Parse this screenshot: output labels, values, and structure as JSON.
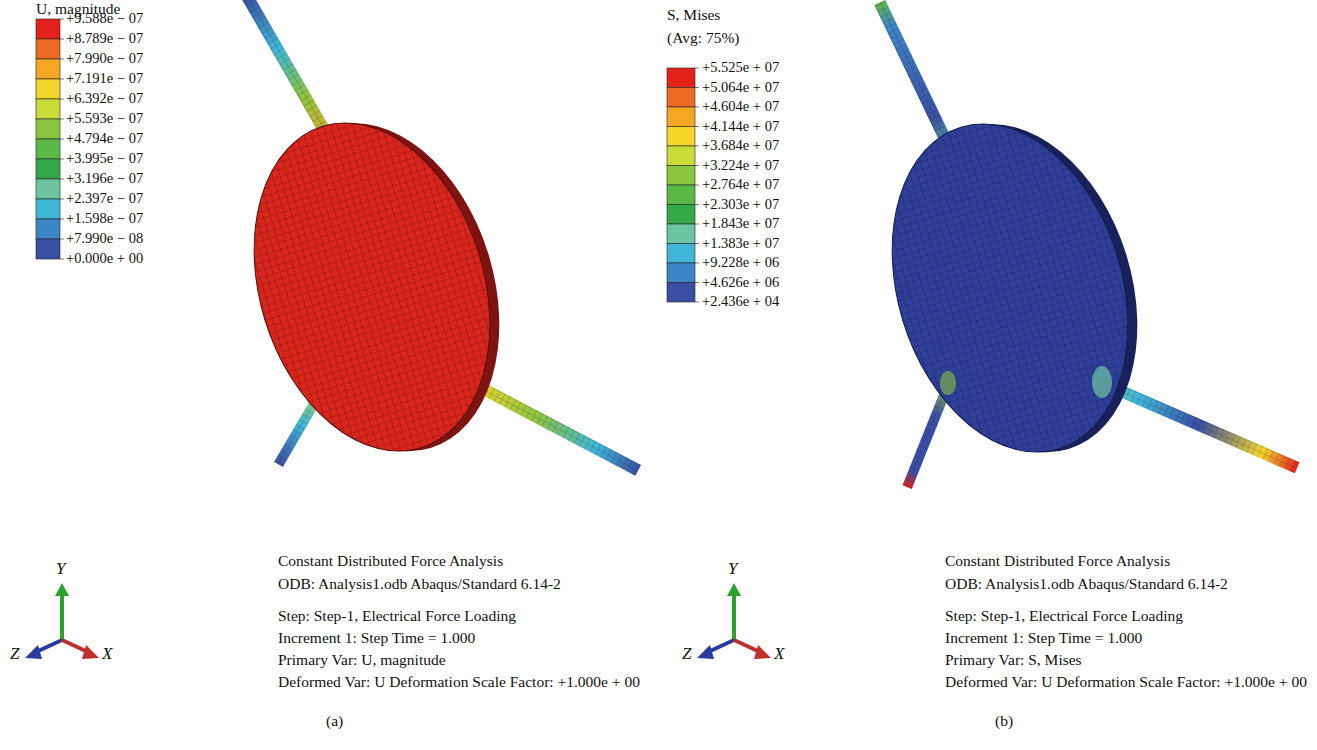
{
  "diagram": {
    "labels": [
      "U, magnitude",
      "+9.588e − 07",
      "+8.789e − 07",
      "+7.990e − 07",
      "+7.191e − 07",
      "+6.392e − 07",
      "+5.593e − 07",
      "+4.794e − 07",
      "+3.995e − 07",
      "+3.196e − 07",
      "+2.397e − 07",
      "+1.598e − 07",
      "+7.990e − 08",
      "+0.000e + 00",
      "Y",
      "Z",
      "X",
      "Constant Distributed Force Analysis",
      "ODB: Analysis1.odb Abaqus/Standard 6.14-2",
      "Step: Step-1, Electrical Force Loading",
      "Increment 1: Step Time = 1.000",
      "Primary Var: U, magnitude",
      "Deformed Var: U Deformation Scale Factor: +1.000e + 00",
      "(a)",
      "S, Mises",
      "(Avg: 75%)",
      "+5.525e + 07",
      "+5.064e + 07",
      "+4.604e + 07",
      "+4.144e + 07",
      "+3.684e + 07",
      "+3.224e + 07",
      "+2.764e + 07",
      "+2.303e + 07",
      "+1.843e + 07",
      "+1.383e + 07",
      "+9.228e + 06",
      "+4.626e + 06",
      "+2.436e + 04",
      "Y",
      "Z",
      "X",
      "Constant Distributed Force Analysis",
      "ODB: Analysis1.odb Abaqus/Standard 6.14-2",
      "Step: Step-1, Electrical Force Loading",
      "Increment 1: Step Time = 1.000",
      "Primary Var: S, Mises",
      "Deformed Var: U Deformation Scale Factor: +1.000e + 00",
      "(b)"
    ]
  }
}
